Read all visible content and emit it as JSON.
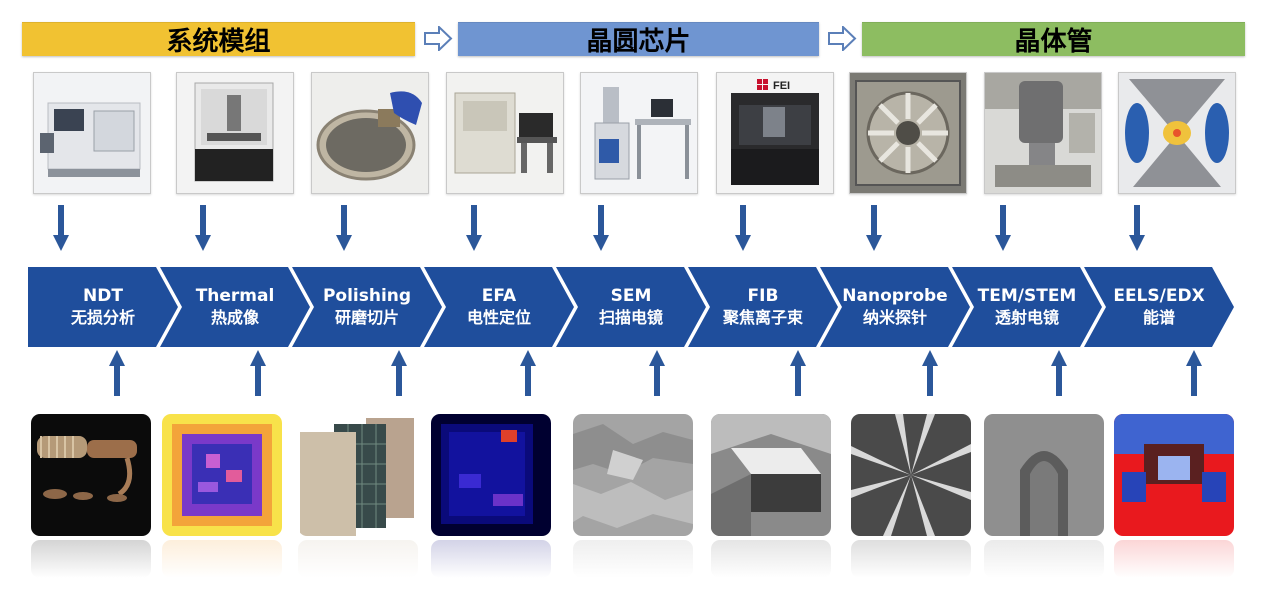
{
  "headers": [
    {
      "label": "系统模组",
      "color": "#f1c232"
    },
    {
      "label": "晶圆芯片",
      "color": "#6f95d1"
    },
    {
      "label": "晶体管",
      "color": "#8dbd61"
    }
  ],
  "logos": {
    "fei": "FEI"
  },
  "steps": [
    {
      "en": "NDT",
      "zh": "无损分析"
    },
    {
      "en": "Thermal",
      "zh": "热成像"
    },
    {
      "en": "Polishing",
      "zh": "研磨切片"
    },
    {
      "en": "EFA",
      "zh": "电性定位"
    },
    {
      "en": "SEM",
      "zh": "扫描电镜"
    },
    {
      "en": "FIB",
      "zh": "聚焦离子束"
    },
    {
      "en": "Nanoprobe",
      "zh": "纳米探针"
    },
    {
      "en": "TEM/STEM",
      "zh": "透射电镜"
    },
    {
      "en": "EELS/EDX",
      "zh": "能谱"
    }
  ],
  "colors": {
    "chevron": "#1f4e9c",
    "arrow": "#2b579a",
    "hollow_arrow": "#5b7fb8"
  },
  "icons": {
    "flow_arrow": "hollow-right-arrow-icon",
    "down": "down-arrow-icon",
    "up": "up-arrow-icon"
  }
}
